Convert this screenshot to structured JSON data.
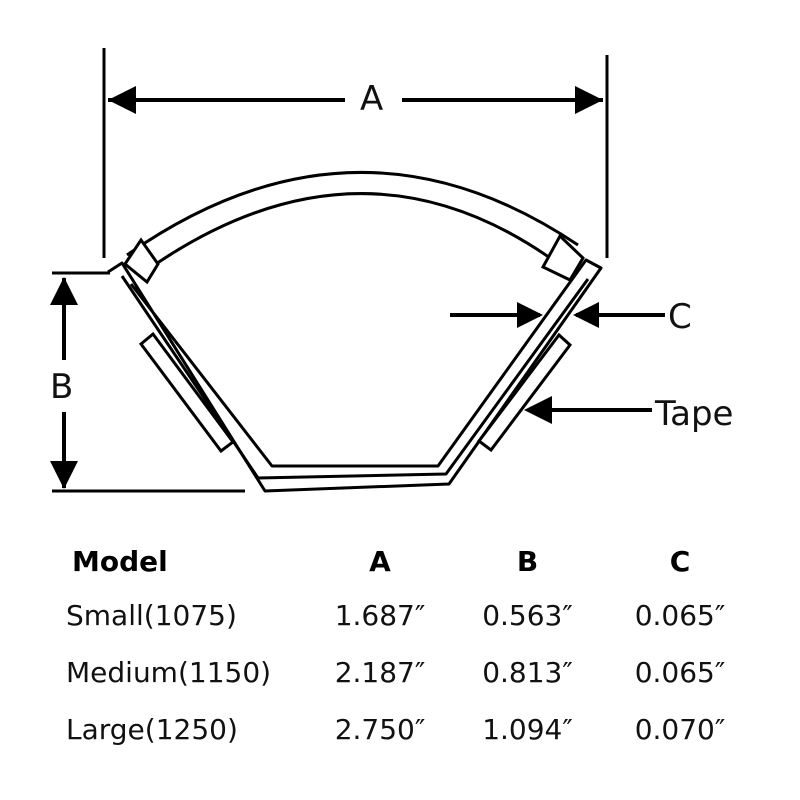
{
  "diagram": {
    "label_a": "A",
    "label_b": "B",
    "label_c": "C",
    "label_tape": "Tape"
  },
  "table": {
    "headers": [
      "Model",
      "A",
      "B",
      "C"
    ],
    "rows": [
      [
        "Small(1075)",
        "1.687″",
        "0.563″",
        "0.065″"
      ],
      [
        "Medium(1150)",
        "2.187″",
        "0.813″",
        "0.065″"
      ],
      [
        "Large(1250)",
        "2.750″",
        "1.094″",
        "0.070″"
      ]
    ]
  }
}
